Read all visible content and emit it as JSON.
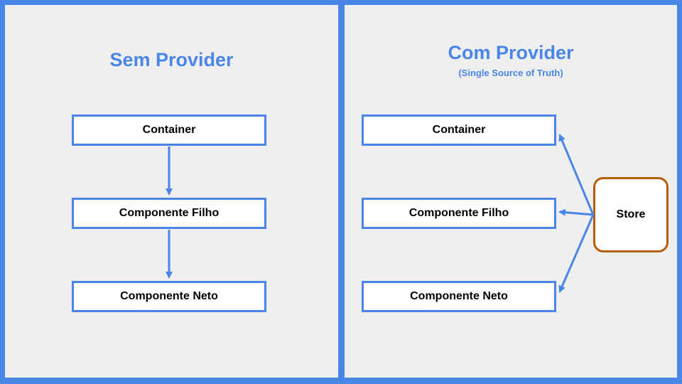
{
  "left": {
    "title": "Sem Provider",
    "boxes": [
      "Container",
      "Componente Filho",
      "Componente Neto"
    ]
  },
  "right": {
    "title": "Com Provider",
    "subtitle": "(Single Source of Truth)",
    "boxes": [
      "Container",
      "Componente Filho",
      "Componente Neto"
    ],
    "store": "Store"
  },
  "colors": {
    "accent": "#4a86e8",
    "store_border": "#b45f06",
    "panel": "#efefef"
  }
}
